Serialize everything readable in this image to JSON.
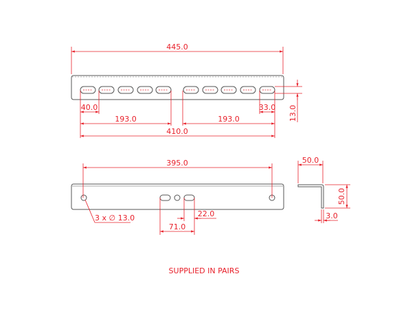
{
  "top_view": {
    "overall_length": "445.0",
    "hole_pitch": "40.0",
    "group_span_left": "193.0",
    "group_span_right": "193.0",
    "total_span": "410.0",
    "end_offset": "33.0",
    "edge_offset": "13.0"
  },
  "front_view": {
    "hole_span": "395.0",
    "hole_callout": "3 x ∅ 13.0",
    "slot_length": "22.0",
    "slot_span": "71.0"
  },
  "side_view": {
    "flange_width": "50.0",
    "flange_height": "50.0",
    "thickness": "3.0"
  },
  "note": "SUPPLIED IN PAIRS",
  "colors": {
    "dimension": "#e8202a",
    "outline": "#555555"
  }
}
